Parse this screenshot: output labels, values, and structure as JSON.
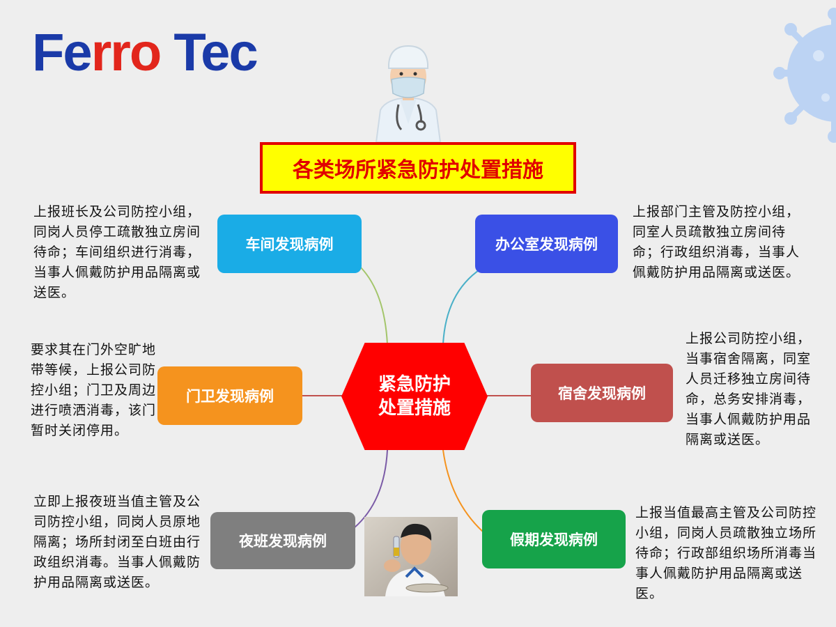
{
  "logo": {
    "part1": "Fe",
    "part2": "rro",
    "part3": " Tec"
  },
  "title": "各类场所紧急防护处置措施",
  "center": "紧急防护\n处置措施",
  "branches": [
    {
      "id": "workshop",
      "label": "车间发现病例",
      "color": "#1aace6",
      "line_color": "#a3c56a",
      "desc": "上报班长及公司防控小组，同岗人员停工疏散独立房间待命；车间组织进行消毒，当事人佩戴防护用品隔离或送医。"
    },
    {
      "id": "office",
      "label": "办公室发现病例",
      "color": "#3a50e6",
      "line_color": "#4ab0c8",
      "desc": "上报部门主管及防控小组，同室人员疏散独立房间待命；行政组织消毒，当事人佩戴防护用品隔离或送医。"
    },
    {
      "id": "gate",
      "label": "门卫发现病例",
      "color": "#f5931e",
      "line_color": "#c0504d",
      "desc": "要求其在门外空旷地带等候，上报公司防控小组；门卫及周边进行喷洒消毒，该门暂时关闭停用。"
    },
    {
      "id": "dorm",
      "label": "宿舍发现病例",
      "color": "#c0504d",
      "line_color": "#c0504d",
      "desc": "上报公司防控小组，当事宿舍隔离，同室人员迁移独立房间待命，总务安排消毒，当事人佩戴防护用品隔离或送医。"
    },
    {
      "id": "night",
      "label": "夜班发现病例",
      "color": "#7f7f7f",
      "line_color": "#7a5aa6",
      "desc": "立即上报夜班当值主管及公司防控小组，同岗人员原地隔离；场所封闭至白班由行政组织消毒。当事人佩戴防护用品隔离或送医。"
    },
    {
      "id": "holiday",
      "label": "假期发现病例",
      "color": "#16a34a",
      "line_color": "#f5931e",
      "desc": "上报当值最高主管及公司防控小组，同岗人员疏散独立场所待命；行政部组织场所消毒当事人佩戴防护用品隔离或送医。"
    }
  ]
}
